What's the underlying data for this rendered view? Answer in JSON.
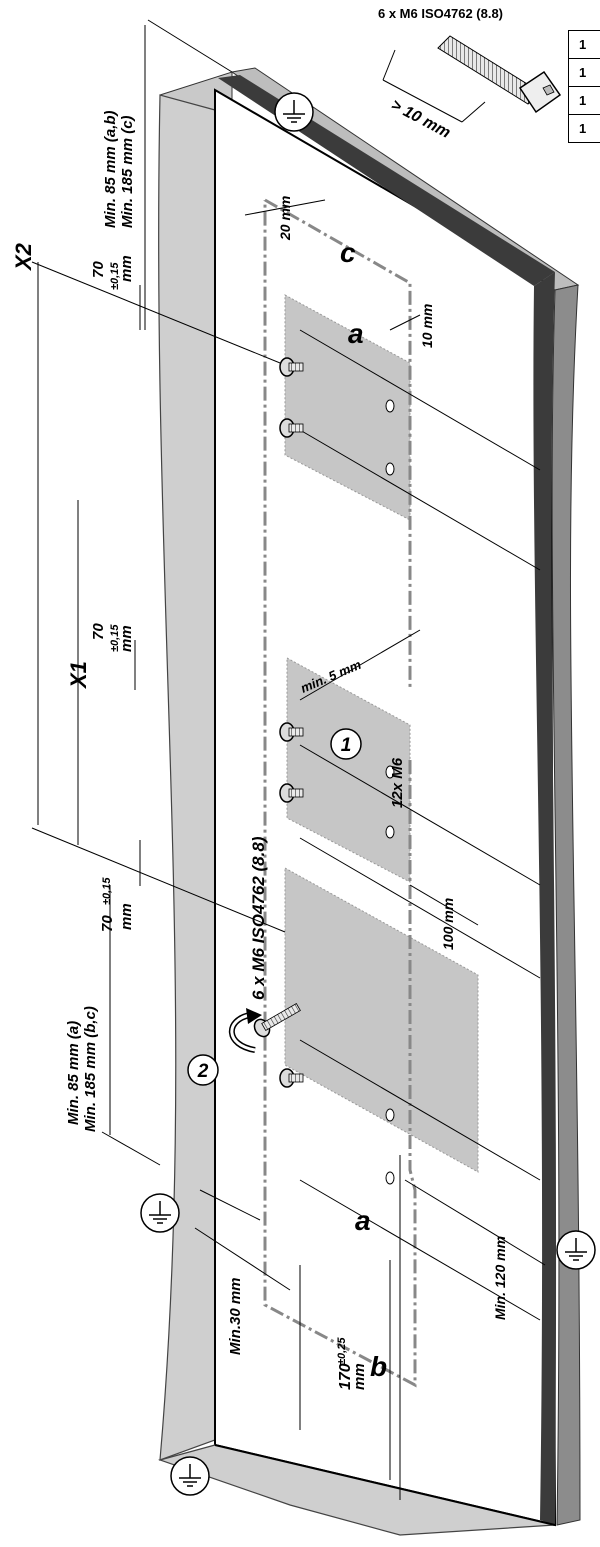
{
  "header": {
    "screw_spec": "6 x M6 ISO4762 (8.8)",
    "screw_length": "> 10 mm"
  },
  "table": {
    "cells": [
      "1",
      "1",
      "1",
      "1"
    ]
  },
  "dims": {
    "top_end_clearance": "Min. 85 mm (a,b)",
    "top_end_clearance_c": "Min. 185 mm (c)",
    "screw_spacing_70_top": "70",
    "tol_015_top": "±0,15",
    "mm_top": "mm",
    "x2": "X2",
    "x1": "X1",
    "screw_spacing_70_mid": "70",
    "tol_015_mid": "±0,15",
    "mm_mid": "mm",
    "screw_spacing_70_bot": "70",
    "tol_015_bot": "±0,15",
    "mm_bot": "mm",
    "bottom_end_clearance": "Min. 85 mm (a)",
    "bottom_end_clearance_bc": "Min. 185 mm (b,c)",
    "offset_20": "20 mm",
    "offset_10": "10 mm",
    "min_5": "min. 5 mm",
    "gap_100": "100 mm",
    "gap_120": "Min. 120 mm",
    "min_30": "Min.30 mm",
    "width_170": "170",
    "tol_025": "±0,25",
    "mm_170": "mm",
    "screw_count": "12x M6",
    "screw_callout": "6 x M6 ISO4762 (8.8)"
  },
  "zones": {
    "a_top": "a",
    "a_bottom": "a",
    "b": "b",
    "c": "c"
  },
  "callouts": {
    "one": "1",
    "two": "2"
  }
}
